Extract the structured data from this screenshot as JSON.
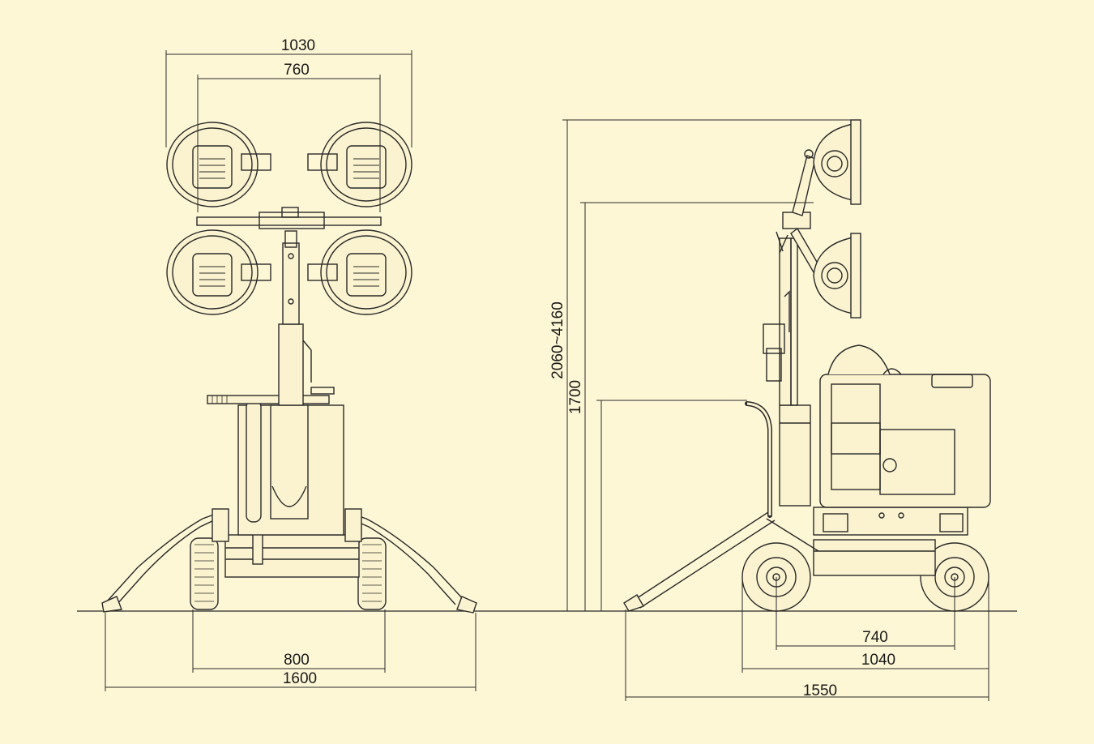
{
  "colors": {
    "background": "#FDF7D6",
    "line": "#2a2a2a",
    "machine_fill": "#FBF3CF"
  },
  "front_view": {
    "dims": {
      "lamp_outer_width": "1030",
      "lamp_inner_width": "760",
      "wheel_track": "800",
      "outrigger_span": "1600"
    }
  },
  "side_view": {
    "dims": {
      "mast_height_range": "2060~4160",
      "lower_lamp_height": "1700",
      "wheelbase": "740",
      "wheel_outer_length": "1040",
      "overall_length": "1550"
    }
  }
}
